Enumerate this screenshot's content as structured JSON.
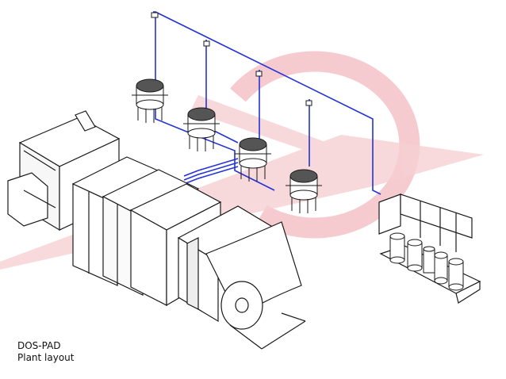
{
  "caption": {
    "line1": "DOS-PAD",
    "line2": "Plant layout"
  },
  "colors": {
    "background": "#ffffff",
    "watermark": "#f2b8bf",
    "piping": "#2433d6",
    "linework": "#1a1a1a"
  },
  "components": {
    "mixing_tanks": 4,
    "dosing_station_drums": 5
  },
  "icons": {
    "watermark": "logo-watermark-icon"
  }
}
